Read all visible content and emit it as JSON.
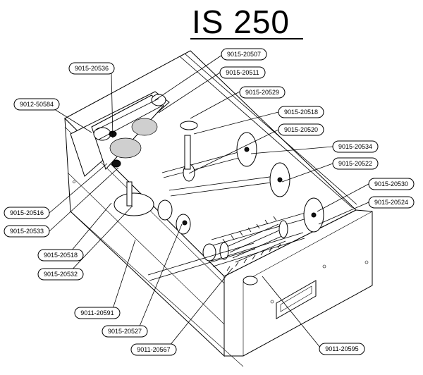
{
  "title": "IS 250",
  "callouts": [
    "9015-20507",
    "9015-20511",
    "9015-20536",
    "9015-20529",
    "9012-50584",
    "9015-20518",
    "9015-20520",
    "9015-20534",
    "9015-20522",
    "9015-20530",
    "9015-20524",
    "9015-20516",
    "9015-20533",
    "9015-20518",
    "9015-20532",
    "9011-20591",
    "9015-20527",
    "9011-20567",
    "9011-20595"
  ]
}
